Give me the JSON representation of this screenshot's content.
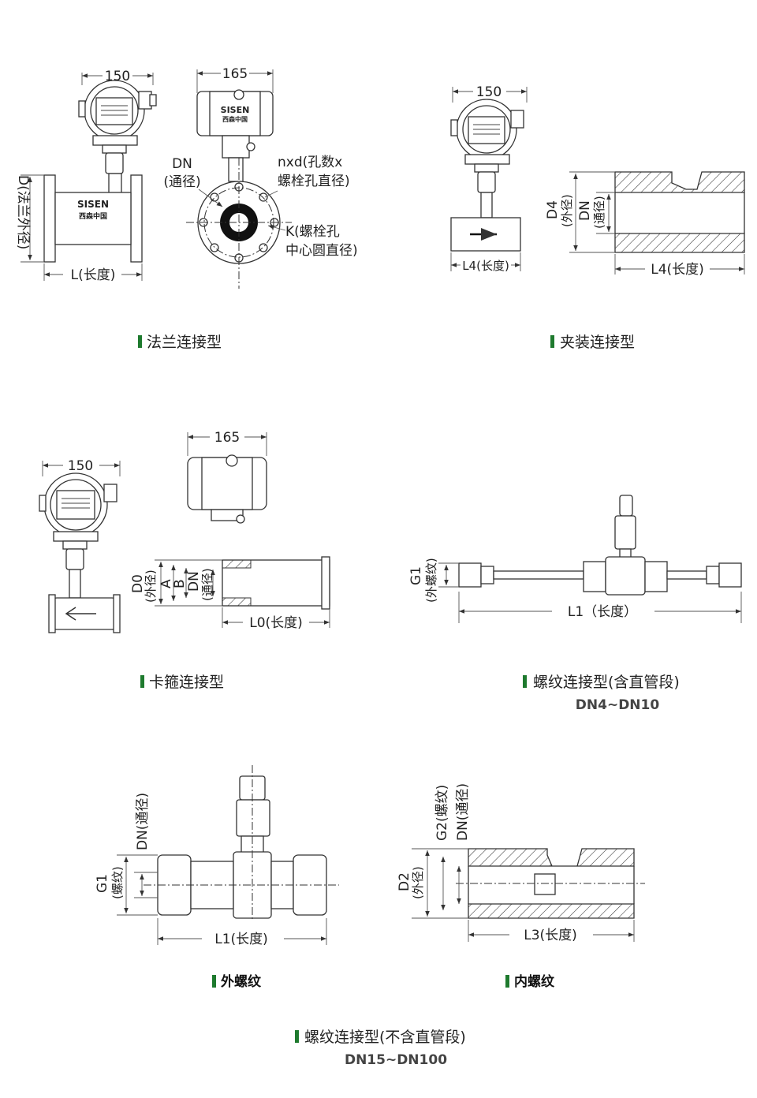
{
  "flange": {
    "dim_width_150": "150",
    "dim_width_165": "165",
    "dn_label": "DN",
    "dn_sub": "(通径)",
    "nxd_line1": "nxd(孔数x",
    "nxd_line2": "螺栓孔直径)",
    "k_line1": "K(螺栓孔",
    "k_line2": "中心圆直径)",
    "d_label": "D(法兰外径)",
    "l_label": "L(长度)",
    "brand": "SISEN",
    "brand_cn": "西森中国",
    "caption": "法兰连接型"
  },
  "clamp": {
    "dim_width_150": "150",
    "d4_label": "D4",
    "d4_sub": "(外径)",
    "dn_label": "DN",
    "dn_sub": "(通径)",
    "l4_left": "L4(长度)",
    "l4_right": "L4(长度)",
    "caption": "夹装连接型"
  },
  "tri_clamp": {
    "dim_width_150": "150",
    "dim_width_165": "165",
    "d0_label": "D0",
    "d0_sub": "(外径)",
    "a_label": "A",
    "b_label": "B",
    "dn_label": "DN",
    "dn_sub": "(通径)",
    "l0_label": "L0(长度)",
    "caption": "卡箍连接型"
  },
  "thread_with_pipe": {
    "g1_label": "G1",
    "g1_sub": "(外螺纹)",
    "l1_label": "L1（长度）",
    "caption": "螺纹连接型(含直管段)",
    "range": "DN4~DN10"
  },
  "external_thread": {
    "dn_label": "DN(通径)",
    "g1_label": "G1",
    "g1_sub": "(螺纹)",
    "l1_label": "L1(长度)",
    "caption": "外螺纹"
  },
  "internal_thread": {
    "g2_label": "G2(螺纹)",
    "dn_label": "DN(通径)",
    "d2_label": "D2",
    "d2_sub": "(外径)",
    "l3_label": "L3(长度)",
    "caption": "内螺纹"
  },
  "thread_no_pipe": {
    "caption": "螺纹连接型(不含直管段)",
    "range": "DN15~DN100"
  },
  "colors": {
    "caption_marker": "#1e7a2e"
  }
}
